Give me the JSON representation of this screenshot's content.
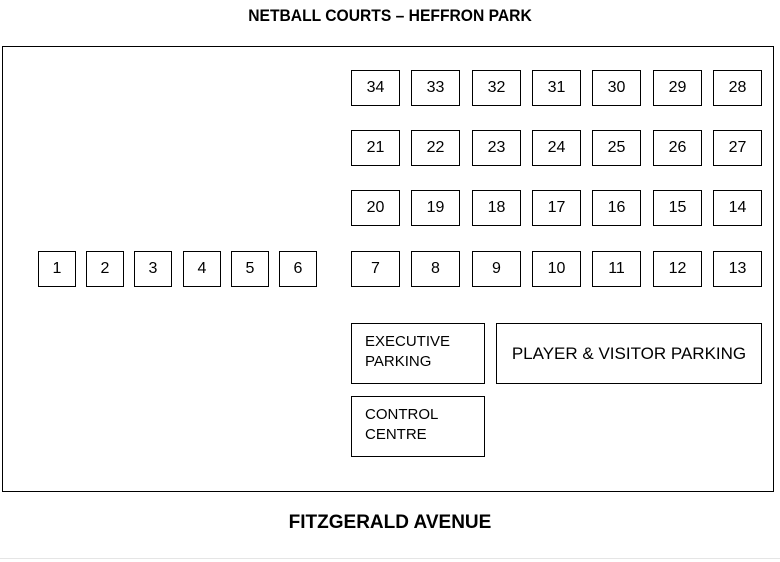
{
  "title": "NETBALL COURTS – HEFFRON PARK",
  "street": "FITZGERALD AVENUE",
  "courts": {
    "row_34_28": [
      "34",
      "33",
      "32",
      "31",
      "30",
      "29",
      "28"
    ],
    "row_21_27": [
      "21",
      "22",
      "23",
      "24",
      "25",
      "26",
      "27"
    ],
    "row_20_14": [
      "20",
      "19",
      "18",
      "17",
      "16",
      "15",
      "14"
    ],
    "row_7_13": [
      "7",
      "8",
      "9",
      "10",
      "11",
      "12",
      "13"
    ],
    "row_1_6": [
      "1",
      "2",
      "3",
      "4",
      "5",
      "6"
    ]
  },
  "zones": {
    "executive_parking": [
      "EXECUTIVE",
      "PARKING"
    ],
    "control_centre": [
      "CONTROL",
      "CENTRE"
    ],
    "player_visitor_parking": "PLAYER & VISITOR PARKING"
  }
}
